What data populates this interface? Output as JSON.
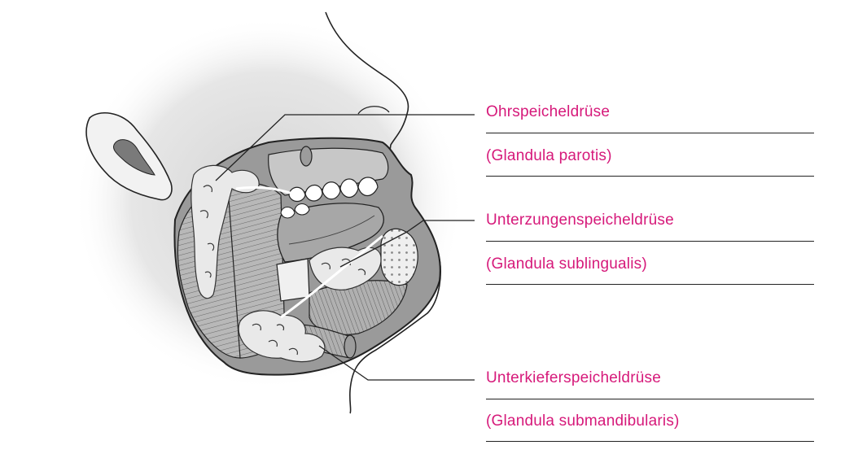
{
  "colors": {
    "label": "#d6197a",
    "line": "#222222",
    "tissue_fill": "#bdbdbd",
    "gland_fill": "#e9e9e9",
    "skin_shadow": "#dcdcdc"
  },
  "labels": {
    "parotid_de": "Ohrspeicheldrüse",
    "parotid_la": "(Glandula parotis)",
    "sublingual_de": "Unterzungenspeicheldrüse",
    "sublingual_la": "(Glandula sublingualis)",
    "submandibular_de": "Unterkieferspeicheldrüse",
    "submandibular_la": "(Glandula submandibularis)"
  },
  "illustration": {
    "icon": "head-salivary-glands-anatomy"
  }
}
